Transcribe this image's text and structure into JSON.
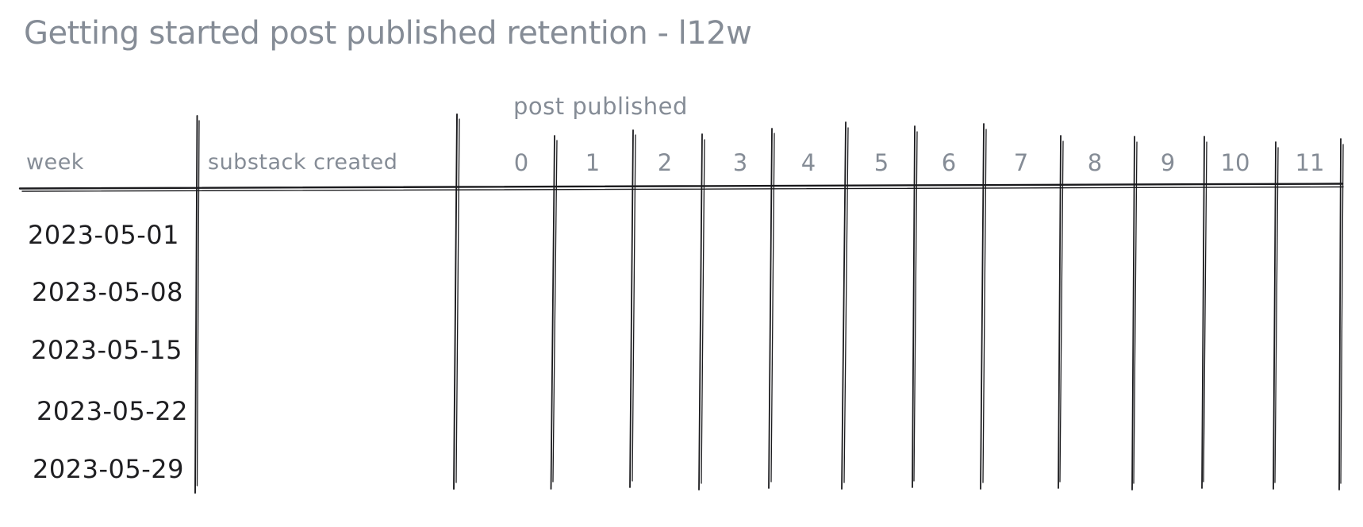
{
  "title": "Getting started post published retention - l12w",
  "colors": {
    "muted_text": "#858C96",
    "ink_text": "#1E1E21",
    "grid_line": "#1B1B1E",
    "background": "#FFFFFF"
  },
  "chart_data": {
    "type": "table",
    "title": "Getting started post published retention - l12w",
    "group_header": "post published",
    "row_header_label": "week",
    "second_column_label": "substack created",
    "week_offset_columns": [
      "0",
      "1",
      "2",
      "3",
      "4",
      "5",
      "6",
      "7",
      "8",
      "9",
      "10",
      "11"
    ],
    "rows": [
      "2023-05-01",
      "2023-05-08",
      "2023-05-15",
      "2023-05-22",
      "2023-05-29"
    ],
    "cells": "empty (no retention values filled in)",
    "layout_hints": {
      "style": "hand-drawn whiteboard sketch",
      "grid": "vertical column dividers and single horizontal header underline"
    }
  }
}
